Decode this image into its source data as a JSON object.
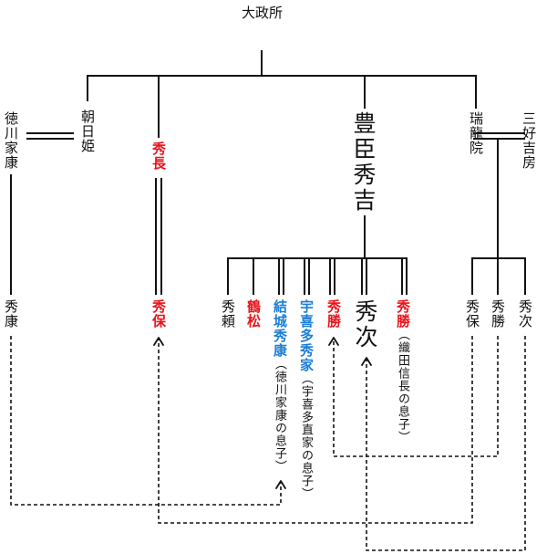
{
  "colors": {
    "line": "#111111",
    "red": "#e8141b",
    "blue": "#1c7ed6"
  },
  "people": {
    "omandokoro": "大政所",
    "asahi": "朝日姫",
    "tokugawa_ieyasu": "徳川家康",
    "hidenaga": "秀長",
    "hideyoshi": "豊臣秀吉",
    "zuiryuin": "瑞龍院",
    "miyoshi_yoshifusa": "三好吉房",
    "hideyasu": "秀康",
    "hideyasu_note": "（徳川家康の息子）",
    "hideyasu_adopt": "結城秀康",
    "hidetoshi_nagaken": "秀保",
    "hideyori": "秀頼",
    "tsurumatsu": "鶴松",
    "ukita": "宇喜多秀家",
    "ukita_note": "（宇喜多直家の息子）",
    "hidekatsu_adopt": "秀勝",
    "hidetsugu_adopt": "秀次",
    "hidekatsu_oda": "秀勝",
    "hidekatsu_oda_note": "（織田信長の息子）",
    "miyoshi_hideyasu": "秀保",
    "miyoshi_hidekatsu": "秀勝",
    "miyoshi_hidetsugu": "秀次"
  }
}
